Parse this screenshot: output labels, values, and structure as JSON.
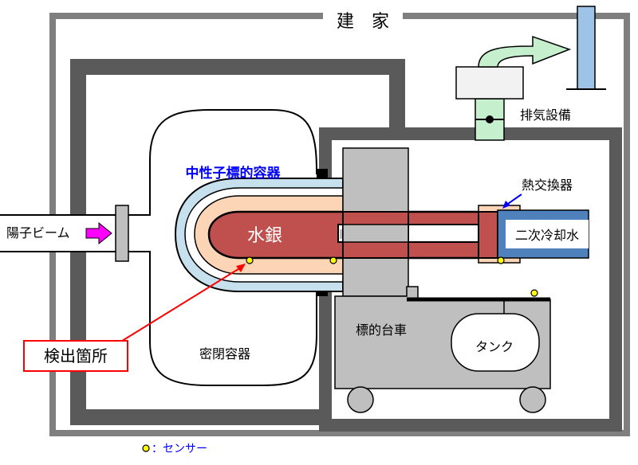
{
  "labels": {
    "building": "建　家",
    "exhaust": "排気設備",
    "target_vessel": "中性子標的容器",
    "heat_exchanger": "熱交換器",
    "proton_beam": "陽子ビーム",
    "mercury": "水銀",
    "secondary_coolant": "二次冷却水",
    "detection_point": "検出箇所",
    "containment": "密閉容器",
    "target_cart": "標的台車",
    "tank": "タンク",
    "sensor_legend": "：センサー"
  },
  "colors": {
    "wall_gray": "#5a5a5a",
    "light_gray": "#bfbfbf",
    "mercury_red": "#c0504d",
    "light_blue": "#c6e0ee",
    "peach": "#fbd5b5",
    "coolant_blue": "#4f81bd",
    "sensor_yellow": "#ffff00",
    "vessel_blue_text": "#0000ff",
    "callout_red": "#ff0000",
    "beam_magenta": "#ff00ff",
    "exhaust_green": "#c6efce",
    "stack_blue": "#9dc3e6"
  }
}
